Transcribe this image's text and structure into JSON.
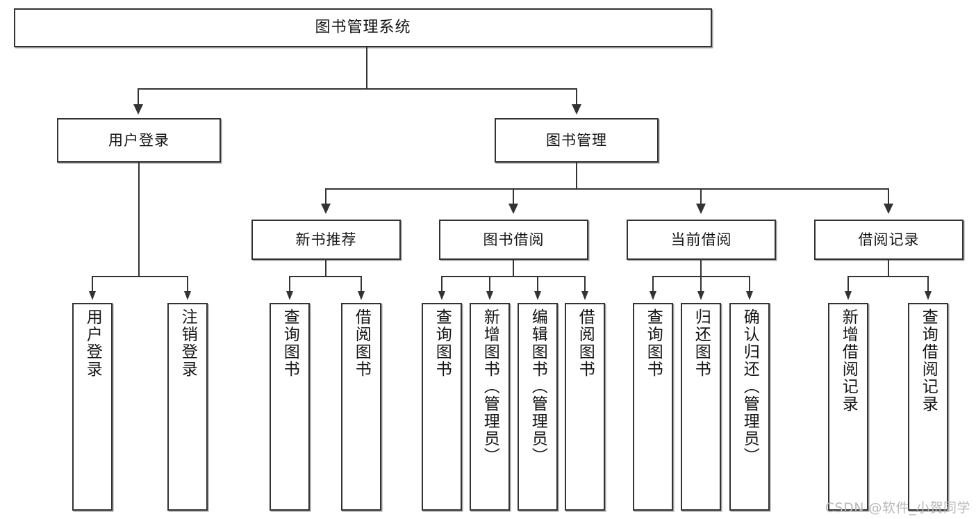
{
  "diagram": {
    "title": "图书管理系统",
    "type": "tree",
    "watermark": "CSDN @软件_小贺同学",
    "nodes": {
      "root": {
        "label": "图书管理系统"
      },
      "level2": [
        {
          "label": "用户登录"
        },
        {
          "label": "图书管理"
        }
      ],
      "level3": [
        {
          "label": "新书推荐"
        },
        {
          "label": "图书借阅"
        },
        {
          "label": "当前借阅"
        },
        {
          "label": "借阅记录"
        }
      ],
      "leaves": {
        "user_login": [
          {
            "label": "用户登录"
          },
          {
            "label": "注销登录"
          }
        ],
        "new_book_recommend": [
          {
            "label": "查询图书"
          },
          {
            "label": "借阅图书"
          }
        ],
        "book_borrow": [
          {
            "label": "查询图书"
          },
          {
            "label": "新增图书（管理员）"
          },
          {
            "label": "编辑图书（管理员）"
          },
          {
            "label": "借阅图书"
          }
        ],
        "current_borrow": [
          {
            "label": "查询图书"
          },
          {
            "label": "归还图书"
          },
          {
            "label": "确认归还（管理员）"
          }
        ],
        "borrow_record": [
          {
            "label": "新增借阅记录"
          },
          {
            "label": "查询借阅记录"
          }
        ]
      }
    },
    "colors": {
      "stroke": "#333333",
      "fill": "#ffffff",
      "text": "#141414",
      "watermark": "#b8b8b8"
    }
  }
}
